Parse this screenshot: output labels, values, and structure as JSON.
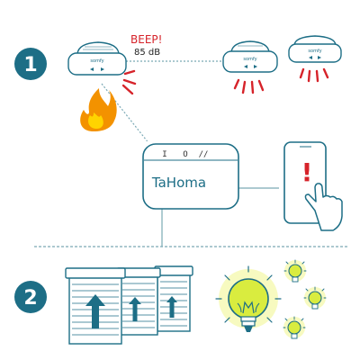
{
  "steps": [
    "1",
    "2"
  ],
  "alarm": {
    "beep_label": "BEEP!",
    "decibel_label": "85 dB",
    "brand_label": "somfy"
  },
  "hub": {
    "label": "TaHoma",
    "mark_left": "I",
    "mark_mid": "O",
    "mark_right": "//"
  },
  "phone": {
    "alert_glyph": "!"
  },
  "colors": {
    "teal": "#1d6e86",
    "red": "#d6232a",
    "flame_orange": "#f39200",
    "flame_yellow": "#ffd400",
    "bulb_glow": "#e8f04a",
    "bulb_fill": "#d9ec3f",
    "dashed_line": "#7aa9b5"
  },
  "icons": [
    "smoke-detector-icon",
    "flame-icon",
    "hub-icon",
    "smartphone-icon",
    "hand-icon",
    "shutter-icon",
    "lightbulb-icon"
  ]
}
